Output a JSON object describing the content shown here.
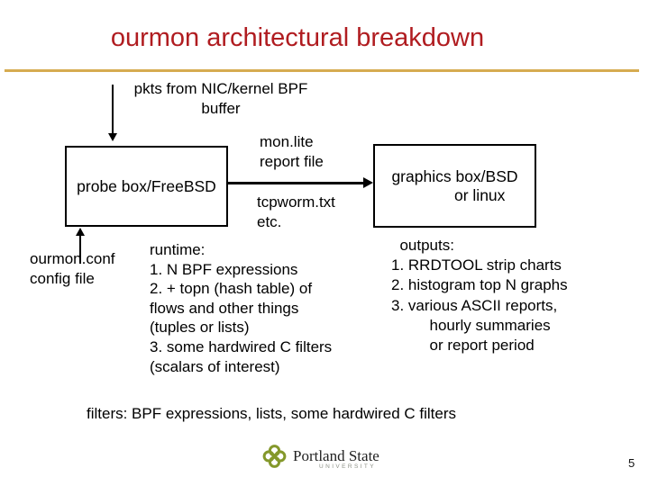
{
  "slide": {
    "title": "ourmon architectural breakdown",
    "page_number": "5"
  },
  "theme": {
    "title_color": "#b01c20",
    "rule_color": "#d6ab50",
    "logo_green": "#84982b",
    "box_border_color": "#000000"
  },
  "diagram": {
    "pkts_label": "pkts from NIC/kernel BPF\nbuffer",
    "probe_box_label": "probe box/FreeBSD",
    "monlite_label": "mon.lite\nreport file",
    "tcpworm_label": "tcpworm.txt\netc.",
    "graphics_box_line1": "graphics box/BSD",
    "graphics_box_line2": "or linux",
    "config_label": "ourmon.conf\nconfig file",
    "runtime_notes": "runtime:\n1. N BPF expressions\n2. + topn (hash table) of\nflows and other things\n(tuples or lists)\n3. some hardwired C filters\n(scalars of interest)",
    "output_notes": "  outputs:\n1. RRDTOOL strip charts\n2. histogram top N graphs\n3. various ASCII reports,\n         hourly summaries\n         or report period",
    "filters_note": "filters: BPF expressions, lists, some hardwired C filters"
  },
  "footer": {
    "logo_text": "Portland State",
    "logo_subtext": "UNIVERSITY"
  }
}
